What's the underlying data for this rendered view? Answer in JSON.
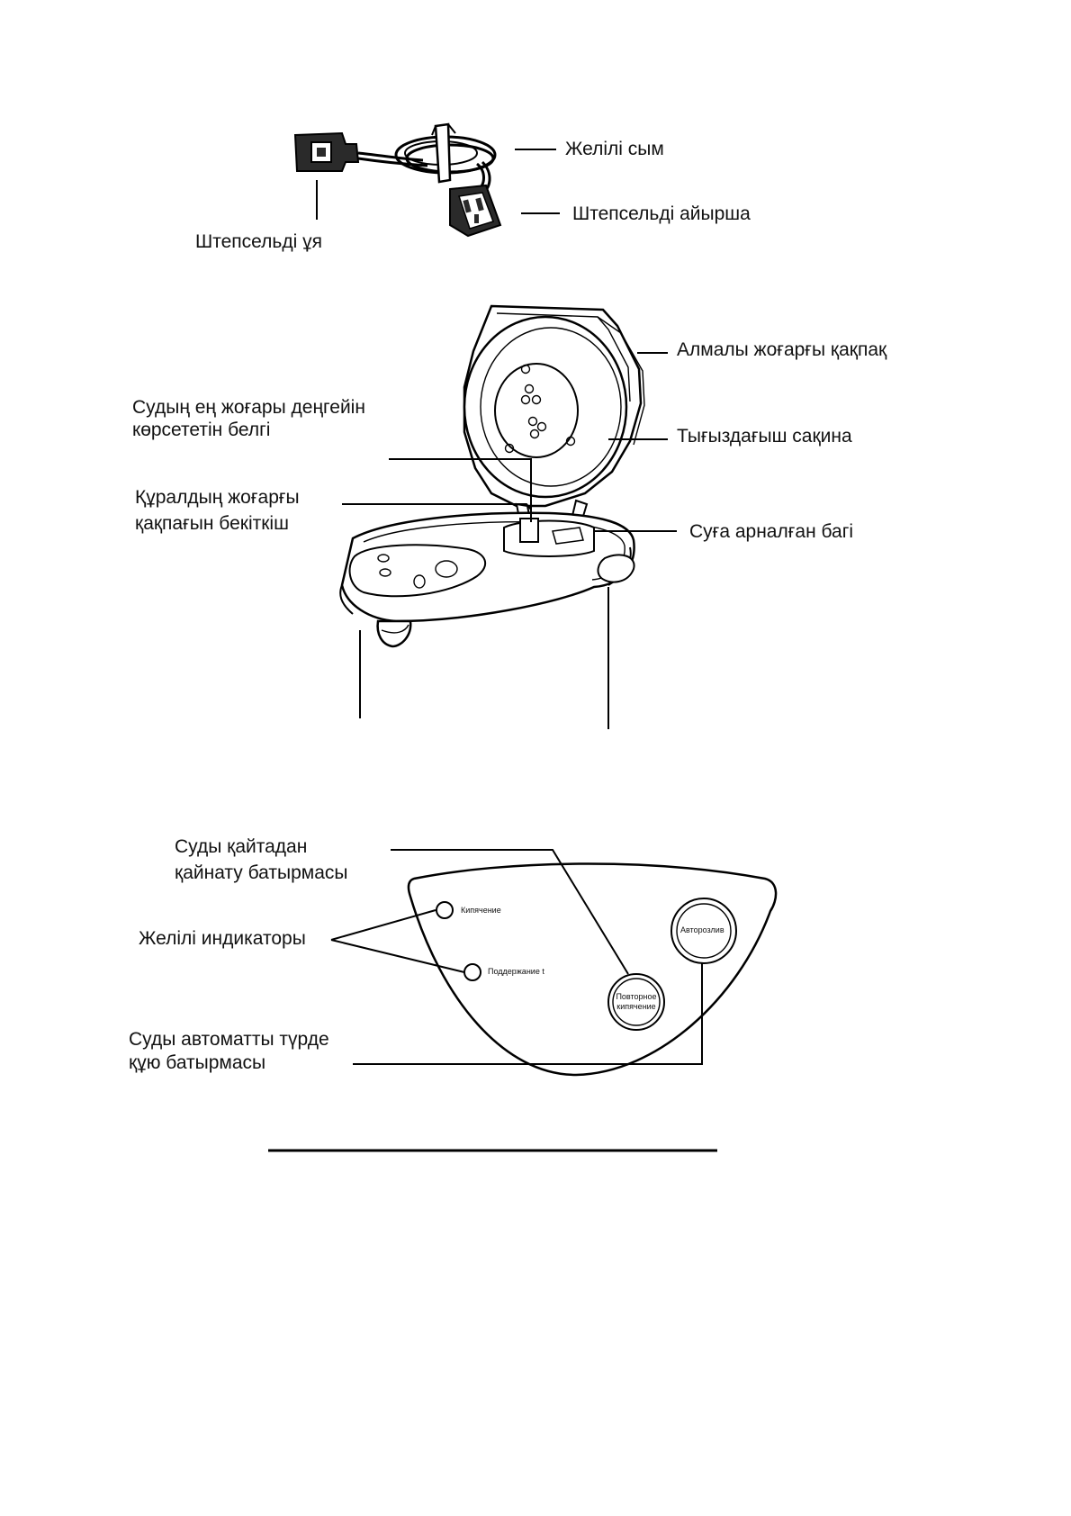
{
  "section_cord": {
    "power_cord": "Желілі сым",
    "plug": "Штепсельді айырша",
    "socket": "Штепсельді ұя"
  },
  "section_kettle": {
    "removable_lid": "Алмалы жоғарғы қақпақ",
    "max_level_line1": "Судың ең жоғары деңгейін",
    "max_level_line2": "көрсететін белгі",
    "seal_ring": "Тығыздағыш сақина",
    "lid_lock_line1": "Құралдың жоғарғы",
    "lid_lock_line2": "қақпағын бекіткіш",
    "water_tank": "Суға арналған багі"
  },
  "section_panel": {
    "reboil_line1": "Суды қайтадан",
    "reboil_line2": "қайнату батырмасы",
    "indicators": "Желілі индикаторы",
    "auto_pour_line1": "Суды автоматты түрде",
    "auto_pour_line2": "құю батырмасы",
    "panel_boil": "Кипячение",
    "panel_keep": "Поддержание t",
    "panel_auto": "Авторозлив",
    "panel_reboil_line1": "Повторное",
    "panel_reboil_line2": "кипячение"
  }
}
